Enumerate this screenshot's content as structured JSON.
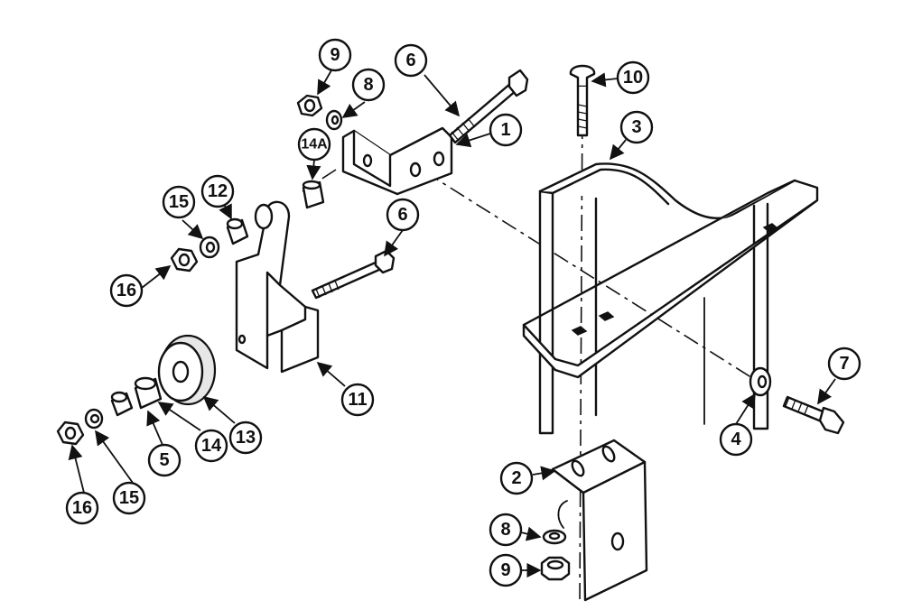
{
  "diagram": {
    "callouts": [
      {
        "id": "c1",
        "label": "1"
      },
      {
        "id": "c2",
        "label": "2"
      },
      {
        "id": "c3",
        "label": "3"
      },
      {
        "id": "c4",
        "label": "4"
      },
      {
        "id": "c5",
        "label": "5"
      },
      {
        "id": "c6a",
        "label": "6"
      },
      {
        "id": "c6b",
        "label": "6"
      },
      {
        "id": "c7",
        "label": "7"
      },
      {
        "id": "c8a",
        "label": "8"
      },
      {
        "id": "c8b",
        "label": "8"
      },
      {
        "id": "c9a",
        "label": "9"
      },
      {
        "id": "c9b",
        "label": "9"
      },
      {
        "id": "c10",
        "label": "10"
      },
      {
        "id": "c11",
        "label": "11"
      },
      {
        "id": "c12",
        "label": "12"
      },
      {
        "id": "c13",
        "label": "13"
      },
      {
        "id": "c14",
        "label": "14"
      },
      {
        "id": "c14a",
        "label": "14A"
      },
      {
        "id": "c15a",
        "label": "15"
      },
      {
        "id": "c15b",
        "label": "15"
      },
      {
        "id": "c16a",
        "label": "16"
      },
      {
        "id": "c16b",
        "label": "16"
      }
    ]
  }
}
